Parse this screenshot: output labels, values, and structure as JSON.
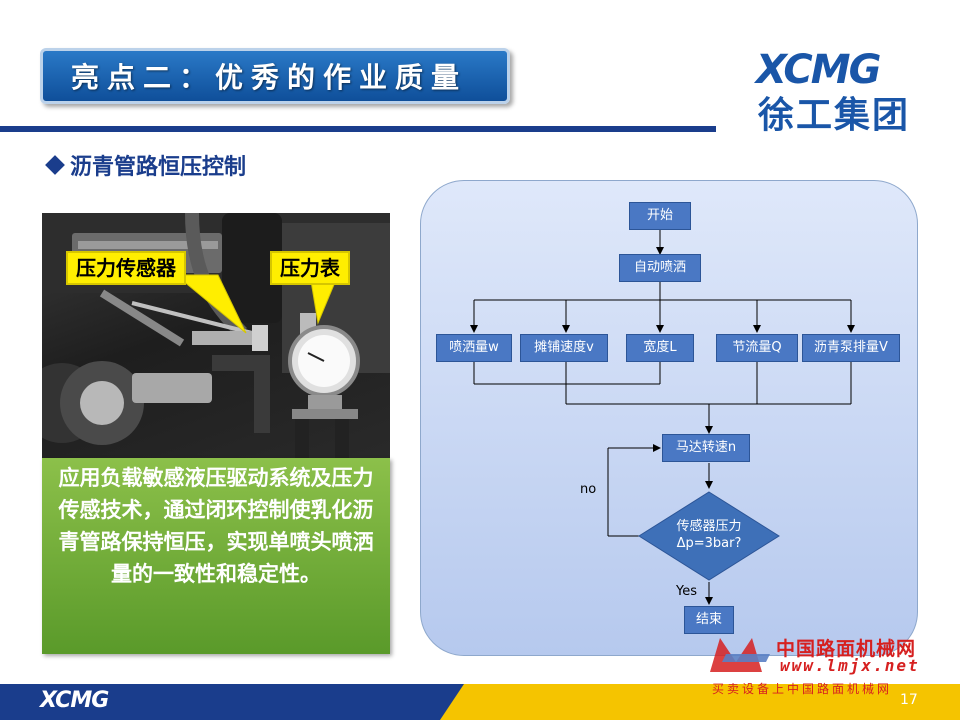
{
  "slide": {
    "title": "亮点二：优秀的作业质量",
    "section_heading": "沥青管路恒压控制",
    "description": "应用负载敏感液压驱动系统及压力传感技术，通过闭环控制使乳化沥青管路保持恒压，实现单喷头喷洒量的一致性和稳定性。",
    "page_number": "17"
  },
  "logo": {
    "brand": "XCMG",
    "chinese": "徐工集团"
  },
  "photo": {
    "callout_sensor": "压力传感器",
    "callout_gauge": "压力表"
  },
  "flowchart": {
    "start": "开始",
    "auto_spray": "自动喷洒",
    "params": [
      "喷洒量w",
      "摊铺速度v",
      "宽度L",
      "节流量Q",
      "沥青泵排量V"
    ],
    "motor_speed": "马达转速n",
    "decision_line1": "传感器压力",
    "decision_line2": "Δp=3bar?",
    "no_label": "no",
    "yes_label": "Yes",
    "end": "结束"
  },
  "watermark": {
    "site_cn": "中国路面机械网",
    "site_url": "www.lmjx.net",
    "slogan": "买卖设备上中国路面机械网"
  },
  "colors": {
    "primary_blue": "#1a3d8c",
    "flow_box": "#4a78c4",
    "green_panel": "#7ab43a",
    "callout_yellow": "#ffee00",
    "watermark_red": "#d62020"
  }
}
